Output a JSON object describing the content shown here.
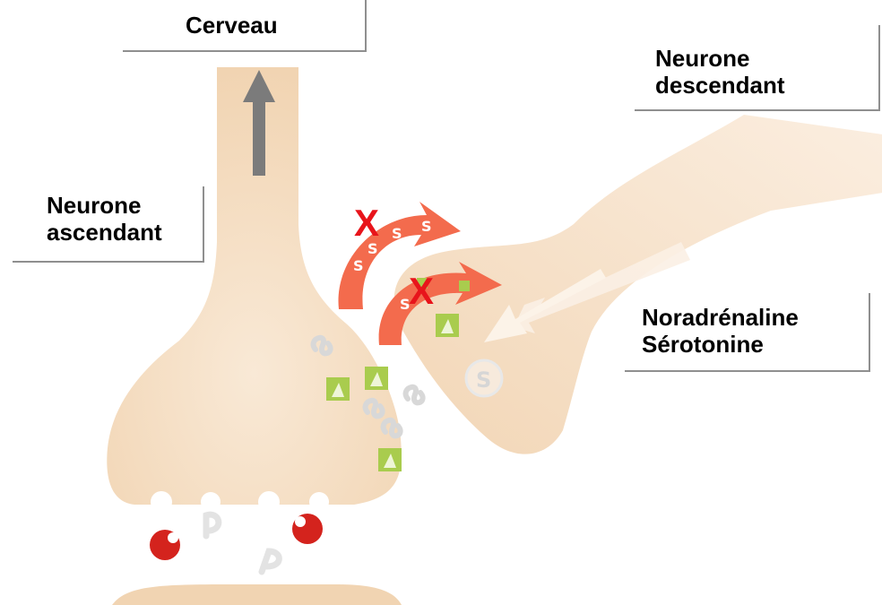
{
  "labels": {
    "brain": "Cerveau",
    "descending_neuron": [
      "Neurone",
      "descendant"
    ],
    "ascending_neuron": [
      "Neurone",
      "ascendant"
    ],
    "neurotransmitters": [
      "Noradrénaline",
      "Sérotonine"
    ]
  },
  "blocked_marks": [
    "X",
    "X"
  ],
  "molecule_letters": {
    "serotonin": "S"
  },
  "colors": {
    "neuron": "#f3d9bb",
    "neuron_light": "#f8e7d1",
    "arrow_up": "#7b7b7b",
    "reuptake_arrow": "#f36b4d",
    "block_mark": "#e8141b",
    "noradrenaline": "#a9cc4e",
    "serotonin": "#d8d8d8",
    "receptor_bound": "#d4231d",
    "frame": "#8f8f8f"
  }
}
